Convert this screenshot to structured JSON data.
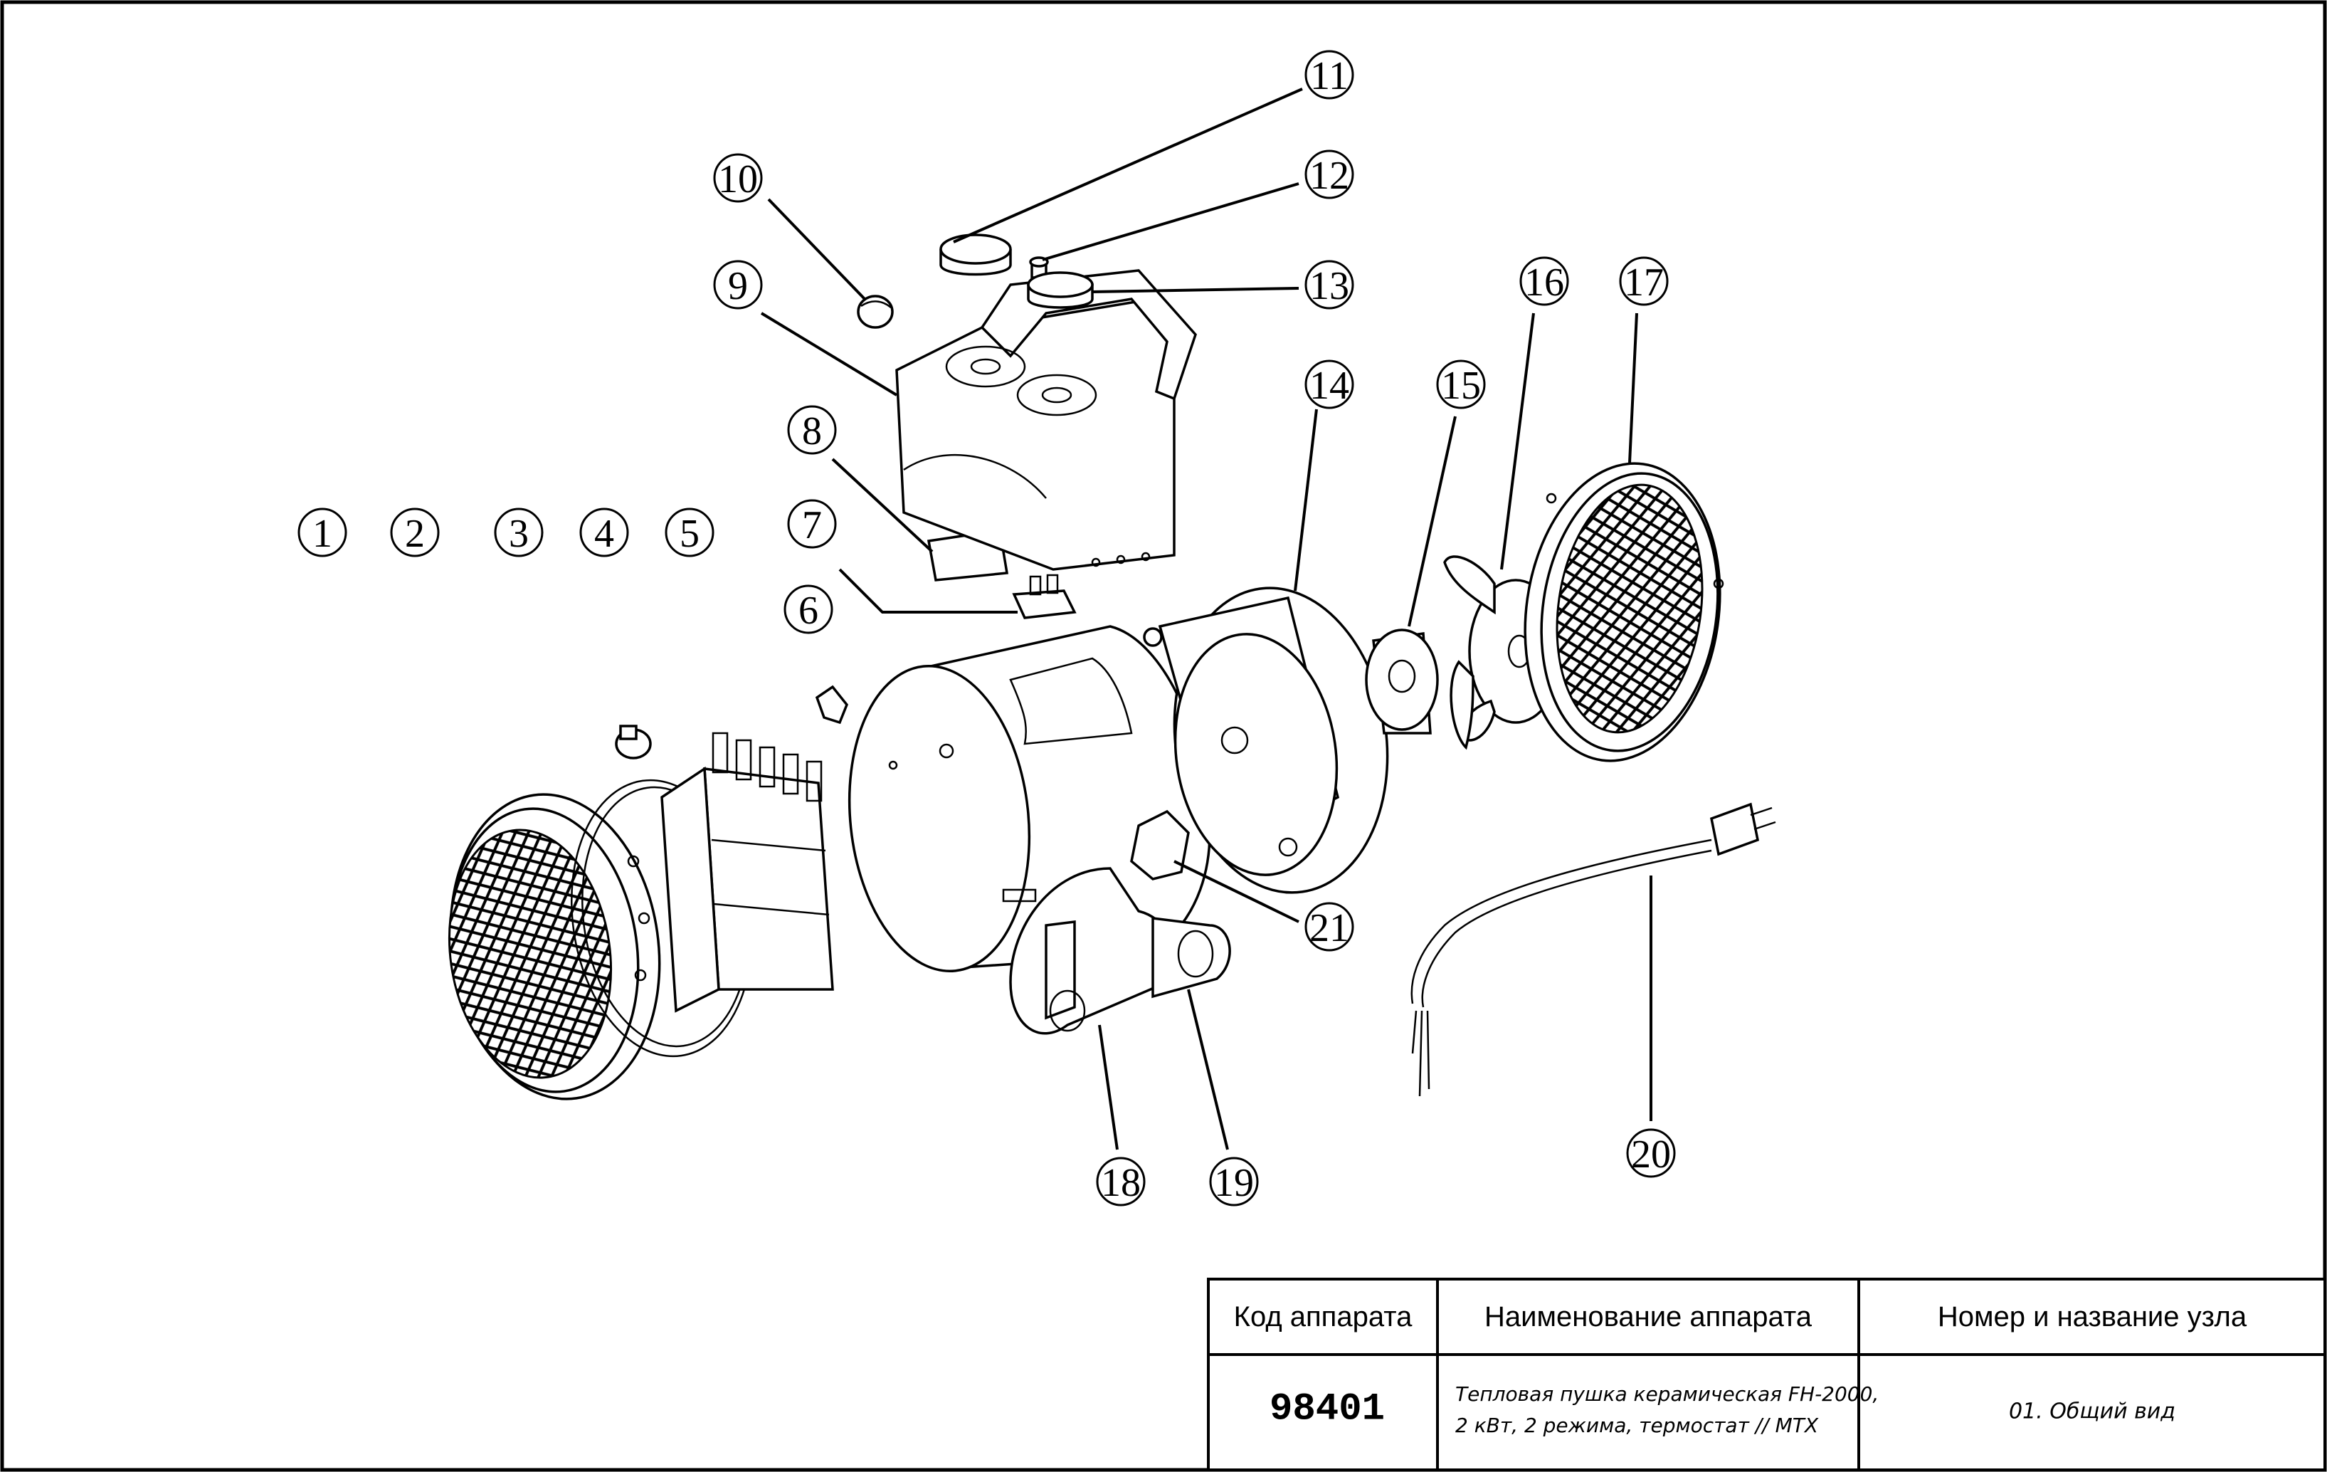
{
  "callouts": [
    {
      "n": "1"
    },
    {
      "n": "2"
    },
    {
      "n": "3"
    },
    {
      "n": "4"
    },
    {
      "n": "5"
    },
    {
      "n": "6"
    },
    {
      "n": "7"
    },
    {
      "n": "8"
    },
    {
      "n": "9"
    },
    {
      "n": "10"
    },
    {
      "n": "11"
    },
    {
      "n": "12"
    },
    {
      "n": "13"
    },
    {
      "n": "14"
    },
    {
      "n": "15"
    },
    {
      "n": "16"
    },
    {
      "n": "17"
    },
    {
      "n": "18"
    },
    {
      "n": "19"
    },
    {
      "n": "20"
    },
    {
      "n": "21"
    }
  ],
  "title_block": {
    "code_header": "Код аппарата",
    "name_header": "Наименование аппарата",
    "unit_header": "Номер и название узла",
    "code_value": "98401",
    "name_line1": "Тепловая пушка керамическая FH-2000,",
    "name_line2": "2 кВт, 2 режима, термостат // MTX",
    "unit_value": "01. Общий вид"
  }
}
